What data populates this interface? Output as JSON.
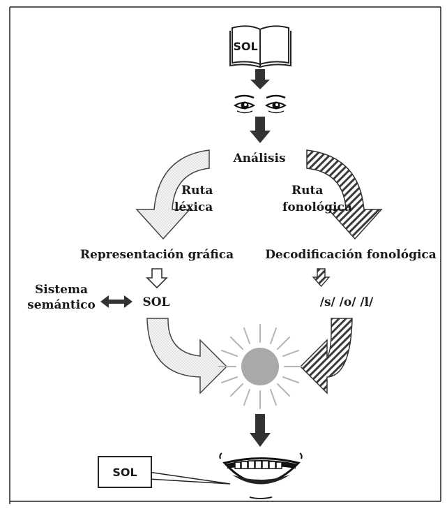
{
  "labels": {
    "book_word": "SOL",
    "analysis": "Análisis",
    "lexical_route_line1": "Ruta",
    "lexical_route_line2": "léxica",
    "phonological_route_line1": "Ruta",
    "phonological_route_line2": "fonológica",
    "graphic_representation": "Representación gráfica",
    "phonological_decoding": "Decodificación fonológica",
    "semantic_system_line1": "Sistema",
    "semantic_system_line2": "semántico",
    "lexical_word": "SOL",
    "phonemes": "/s/  /o/  /l/",
    "speech_bubble": "SOL"
  },
  "icons": {
    "book": "open-book-icon",
    "eyes": "eyes-icon",
    "sun": "sun-icon",
    "mouth": "mouth-icon"
  },
  "colors": {
    "ink": "#1a1a1a",
    "arrow_dark": "#333333",
    "dotted_fill": "#f4f4f4",
    "dot": "#9a9a9a",
    "hatch": "#444444",
    "sun_fill": "#a9a9a9",
    "sun_rays": "#b5b5b5"
  }
}
